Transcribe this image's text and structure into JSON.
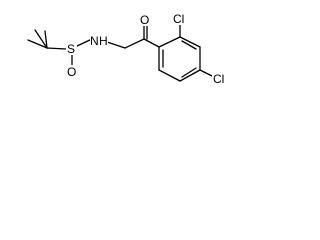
{
  "structure": {
    "atoms": {
      "sulfur": "S",
      "sulfinyl_oxygen": "O",
      "amine": "N",
      "amine_hydrogen": "H",
      "ketone_oxygen": "O",
      "ortho_chlorine": "Cl",
      "para_chlorine": "Cl"
    }
  }
}
